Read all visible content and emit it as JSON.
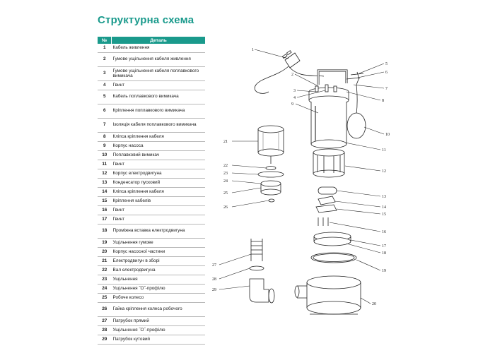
{
  "title": "Структурна схема",
  "table": {
    "col_num": "№",
    "col_part": "Деталь",
    "rows": [
      {
        "n": "1",
        "part": "Кабель живлення"
      },
      {
        "n": "2",
        "part": "Гумове ущільнення кабеля живлення"
      },
      {
        "n": "3",
        "part": "Гумове ущільнення кабеля поплавкового вимикача"
      },
      {
        "n": "4",
        "part": "Гвинт"
      },
      {
        "n": "5",
        "part": "Кабель поплавкового вимикача"
      },
      {
        "n": "6",
        "part": "Кріплення поплавкового вимикача"
      },
      {
        "n": "7",
        "part": "Ізоляція кабеля поплавкового вимикача"
      },
      {
        "n": "8",
        "part": "Кліпса кріплення кабеля"
      },
      {
        "n": "9",
        "part": "Корпус насоса"
      },
      {
        "n": "10",
        "part": "Поплавковий вимикач"
      },
      {
        "n": "11",
        "part": "Гвинт"
      },
      {
        "n": "12",
        "part": "Корпус електродвигуна"
      },
      {
        "n": "13",
        "part": "Конденсатор пусковий"
      },
      {
        "n": "14",
        "part": "Кліпса кріплення кабеля"
      },
      {
        "n": "15",
        "part": "Кріплення кабелів"
      },
      {
        "n": "16",
        "part": "Гвинт"
      },
      {
        "n": "17",
        "part": "Гвинт"
      },
      {
        "n": "18",
        "part": "Проміжна вставка електродвигуна"
      },
      {
        "n": "19",
        "part": "Ущільнення гумове"
      },
      {
        "n": "20",
        "part": "Корпус насосної частини"
      },
      {
        "n": "21",
        "part": "Електродвигун в зборі"
      },
      {
        "n": "22",
        "part": "Вал електродвигуна"
      },
      {
        "n": "23",
        "part": "Ущільнення"
      },
      {
        "n": "24",
        "part": "Ущільнення ˝О˝-профілю"
      },
      {
        "n": "25",
        "part": "Робоче колесо"
      },
      {
        "n": "26",
        "part": "Гайка кріплення колеса робочого"
      },
      {
        "n": "27",
        "part": "Патрубок прямий"
      },
      {
        "n": "28",
        "part": "Ущільнення ˝О˝-профілю"
      },
      {
        "n": "29",
        "part": "Патрубок кутовий"
      }
    ]
  },
  "diagram": {
    "callouts": [
      "1",
      "2",
      "3",
      "4",
      "5",
      "6",
      "7",
      "8",
      "9",
      "10",
      "11",
      "12",
      "13",
      "14",
      "15",
      "16",
      "17",
      "18",
      "19",
      "20",
      "21",
      "22",
      "23",
      "24",
      "25",
      "26",
      "27",
      "28",
      "29"
    ]
  },
  "colors": {
    "accent": "#1a9a8c",
    "line": "#222222"
  }
}
